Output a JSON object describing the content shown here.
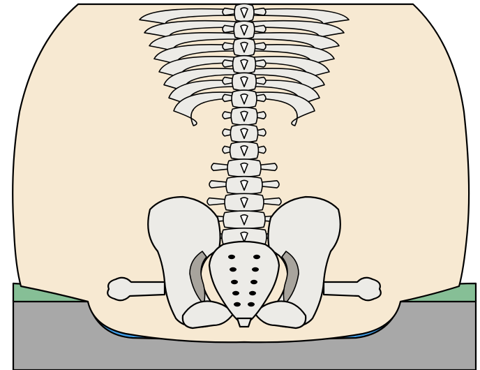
{
  "colors": {
    "background": "#ffffff",
    "skin": "#f7e9d2",
    "bone": "#ecebe7",
    "bone_shadow": "#a8a49d",
    "cushion": "#3e9de8",
    "seat_green": "#86bf96",
    "seat_grey": "#a8a8a8",
    "outline": "#000000"
  },
  "rendering": {
    "rib_pairs": 8,
    "thoracic_vertebrae": 9,
    "lumbar_vertebrae": 5
  }
}
